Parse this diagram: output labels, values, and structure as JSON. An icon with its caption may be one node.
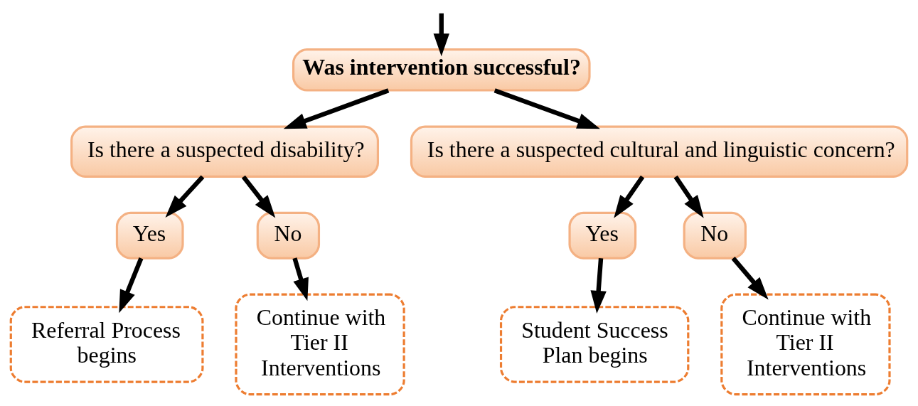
{
  "diagram": {
    "nodes": [
      {
        "text": [
          "Was intervention successful?"
        ]
      },
      {
        "text": [
          "Is there a suspected disability?"
        ]
      },
      {
        "text": [
          "Is there a suspected cultural and linguistic concern?"
        ]
      },
      {
        "text": [
          "Yes"
        ]
      },
      {
        "text": [
          "No"
        ]
      },
      {
        "text": [
          "Yes"
        ]
      },
      {
        "text": [
          "No"
        ]
      },
      {
        "text": [
          "Referral Process begins"
        ]
      },
      {
        "text": [
          "Continue with Tier II Interventions"
        ]
      },
      {
        "text": [
          "Student Success Plan begins"
        ]
      },
      {
        "text": [
          "Continue with Tier II Interventions"
        ]
      }
    ],
    "edges": [
      {
        "from": null,
        "to": 0,
        "arrow": "to"
      },
      {
        "from": 0,
        "to": 1,
        "arrow": "to"
      },
      {
        "from": 0,
        "to": 2,
        "arrow": "to"
      },
      {
        "from": 1,
        "to": 3,
        "arrow": "to"
      },
      {
        "from": 1,
        "to": 4,
        "arrow": "to"
      },
      {
        "from": 2,
        "to": 5,
        "arrow": "to"
      },
      {
        "from": 2,
        "to": 6,
        "arrow": "to"
      },
      {
        "from": 3,
        "to": 7,
        "arrow": "to"
      },
      {
        "from": 4,
        "to": 8,
        "arrow": "to"
      },
      {
        "from": 5,
        "to": 9,
        "arrow": "to"
      },
      {
        "from": 6,
        "to": 10,
        "arrow": "to"
      }
    ]
  }
}
